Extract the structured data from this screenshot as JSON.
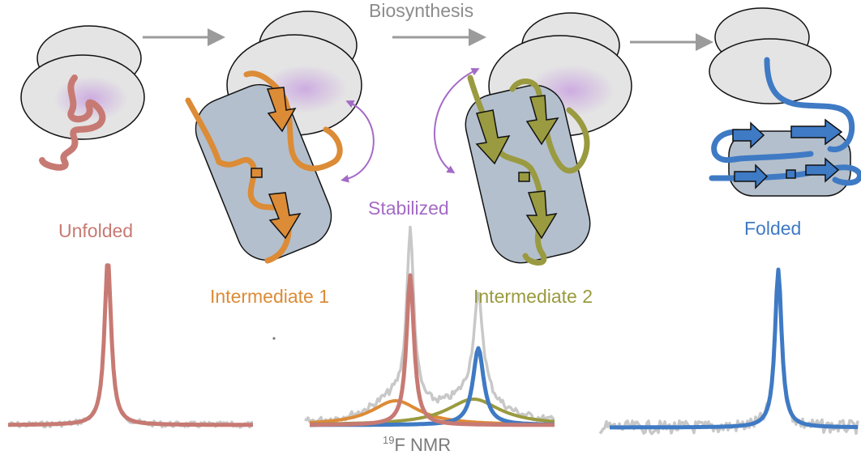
{
  "labels": {
    "biosynthesis": "Biosynthesis",
    "unfolded": "Unfolded",
    "intermediate1": "Intermediate 1",
    "stabilized": "Stabilized",
    "intermediate2": "Intermediate 2",
    "folded": "Folded",
    "nmr_sup": "19",
    "nmr_rest": "F NMR"
  },
  "colors": {
    "unfolded": "#c77a73",
    "intermediate1": "#dc8b36",
    "intermediate2": "#9a9a40",
    "folded": "#3f7ac4",
    "stabilized": "#a46bc6",
    "arrow": "#9b9b9b",
    "ribosome": "#e4e4e4",
    "domain": "#b3bfcc",
    "raw_spectrum": "#c8c8c8"
  }
}
